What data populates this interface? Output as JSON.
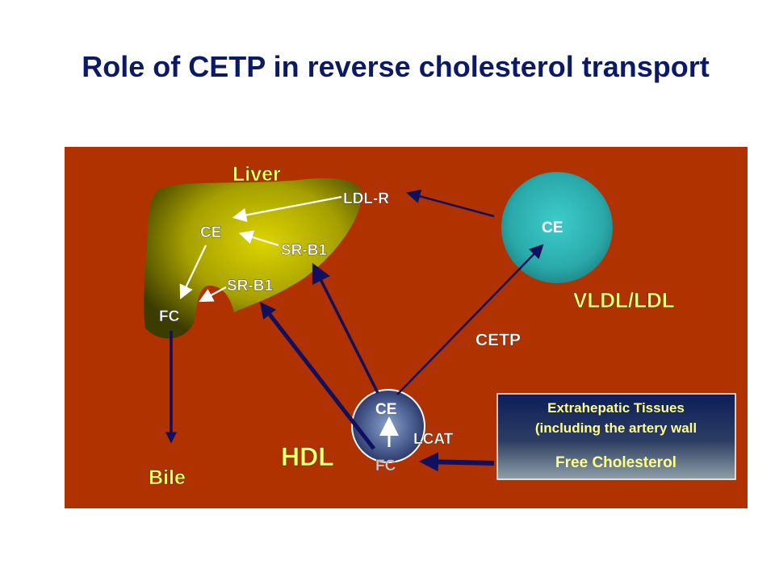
{
  "slide": {
    "title": "Role of CETP in reverse cholesterol transport"
  },
  "colors": {
    "title": "#0b1a66",
    "panel": "#b03200",
    "liver": "#a7a400",
    "vldl_sphere": "#2cb3b3",
    "hdl_sphere": "#32407a",
    "arrow_dark": "#10105e",
    "text_white": "#ffffff",
    "text_yellow": "#ffff66"
  },
  "diagram": {
    "liver_label": "Liver",
    "liver_ce": "CE",
    "liver_fc": "FC",
    "ldl_r": "LDL-R",
    "sr_b1_upper": "SR-B1",
    "sr_b1_lower": "SR-B1",
    "vldl_ce": "CE",
    "vldl_label": "VLDL/LDL",
    "cetp_label": "CETP",
    "hdl_ce": "CE",
    "hdl_fc": "FC",
    "lcat_label": "LCAT",
    "hdl_label": "HDL",
    "bile_label": "Bile"
  },
  "tissue_box": {
    "line1": "Extrahepatic Tissues",
    "line2": "(including the artery wall",
    "line3": "Free Cholesterol"
  }
}
